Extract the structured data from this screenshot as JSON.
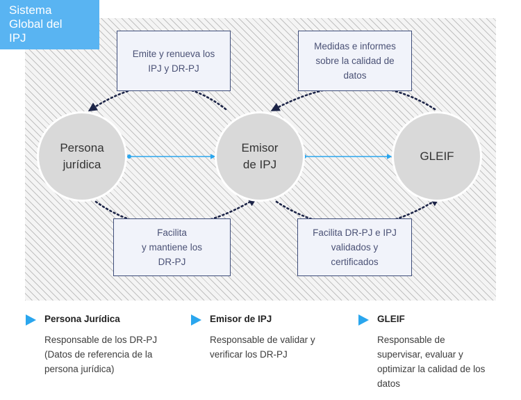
{
  "corner_tag": [
    "Sistema",
    "Global del",
    "IPJ"
  ],
  "nodes": {
    "persona": [
      "Persona",
      "jurídica"
    ],
    "emisor": [
      "Emisor",
      "de IPJ"
    ],
    "gleif": [
      "GLEIF"
    ]
  },
  "boxes": {
    "emite": [
      "Emite y renueva los",
      "IPJ y DR-PJ"
    ],
    "medidas": [
      "Medidas e informes",
      "sobre la calidad de",
      "datos"
    ],
    "facilita": [
      "Facilita",
      "y mantiene los",
      "DR-PJ"
    ],
    "facilita_dr": [
      "Facilita DR-PJ e IPJ",
      "validados y",
      "certificados"
    ]
  },
  "legend": [
    {
      "title": "Persona Jurídica",
      "desc": [
        "Responsable de los DR-PJ",
        "(Datos de referencia de la",
        "persona jurídica)"
      ]
    },
    {
      "title": "Emisor de IPJ",
      "desc": [
        "Responsable de validar y",
        "verificar los DR-PJ"
      ]
    },
    {
      "title": "GLEIF",
      "desc": [
        "Responsable de",
        "supervisar, evaluar y",
        "optimizar la calidad de los",
        "datos"
      ]
    }
  ],
  "colors": {
    "accent_blue": "#59b4f2",
    "arrow_blue": "#2aa6ee",
    "dark_navy": "#1c2447",
    "node_gray": "#d9d9d9",
    "box_border": "#3d4c79"
  }
}
